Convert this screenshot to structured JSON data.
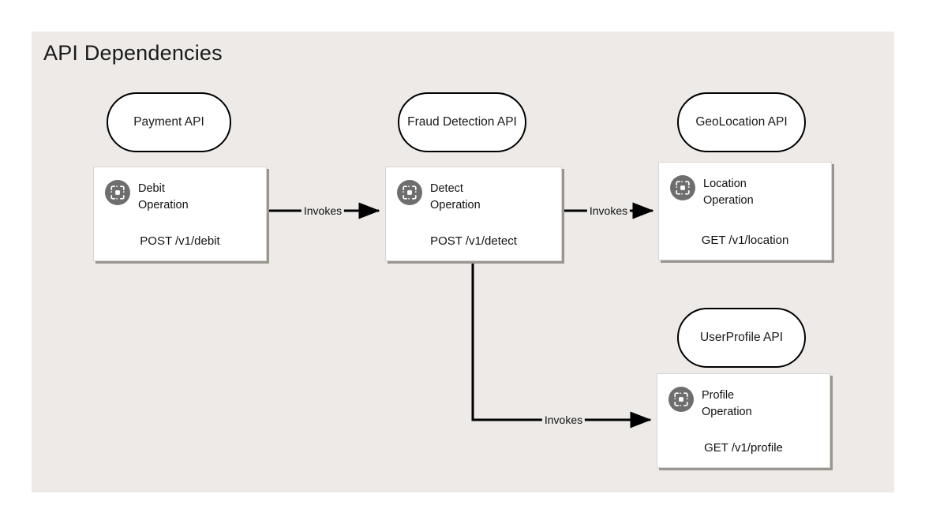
{
  "diagram": {
    "title": "API Dependencies",
    "panel_bg": "#edeae7",
    "page_bg": "#ffffff",
    "node_border": "#000000",
    "icon_bg": "#6e6e6e",
    "edge_color": "#000000"
  },
  "api_nodes": [
    {
      "id": "payment",
      "label": "Payment API"
    },
    {
      "id": "fraud",
      "label": "Fraud Detection\nAPI"
    },
    {
      "id": "geolocation",
      "label": "GeoLocation API"
    },
    {
      "id": "userprofile",
      "label": "UserProfile API"
    }
  ],
  "operations": [
    {
      "id": "debit",
      "icon": "operation-scan-icon",
      "name": "Debit\nOperation",
      "path": "POST /v1/debit",
      "method": "POST"
    },
    {
      "id": "detect",
      "icon": "operation-scan-icon",
      "name": "Detect\nOperation",
      "path": "POST /v1/detect",
      "method": "POST"
    },
    {
      "id": "location",
      "icon": "operation-scan-icon",
      "name": "Location\nOperation",
      "path": "GET /v1/location",
      "method": "GET"
    },
    {
      "id": "profile",
      "icon": "operation-scan-icon",
      "name": "Profile\nOperation",
      "path": "GET /v1/profile",
      "method": "GET"
    }
  ],
  "edges": [
    {
      "id": "debit-to-detect",
      "from": "debit",
      "to": "detect",
      "label": "Invokes"
    },
    {
      "id": "detect-to-location",
      "from": "detect",
      "to": "location",
      "label": "Invokes"
    },
    {
      "id": "detect-to-profile",
      "from": "detect",
      "to": "profile",
      "label": "Invokes"
    }
  ]
}
